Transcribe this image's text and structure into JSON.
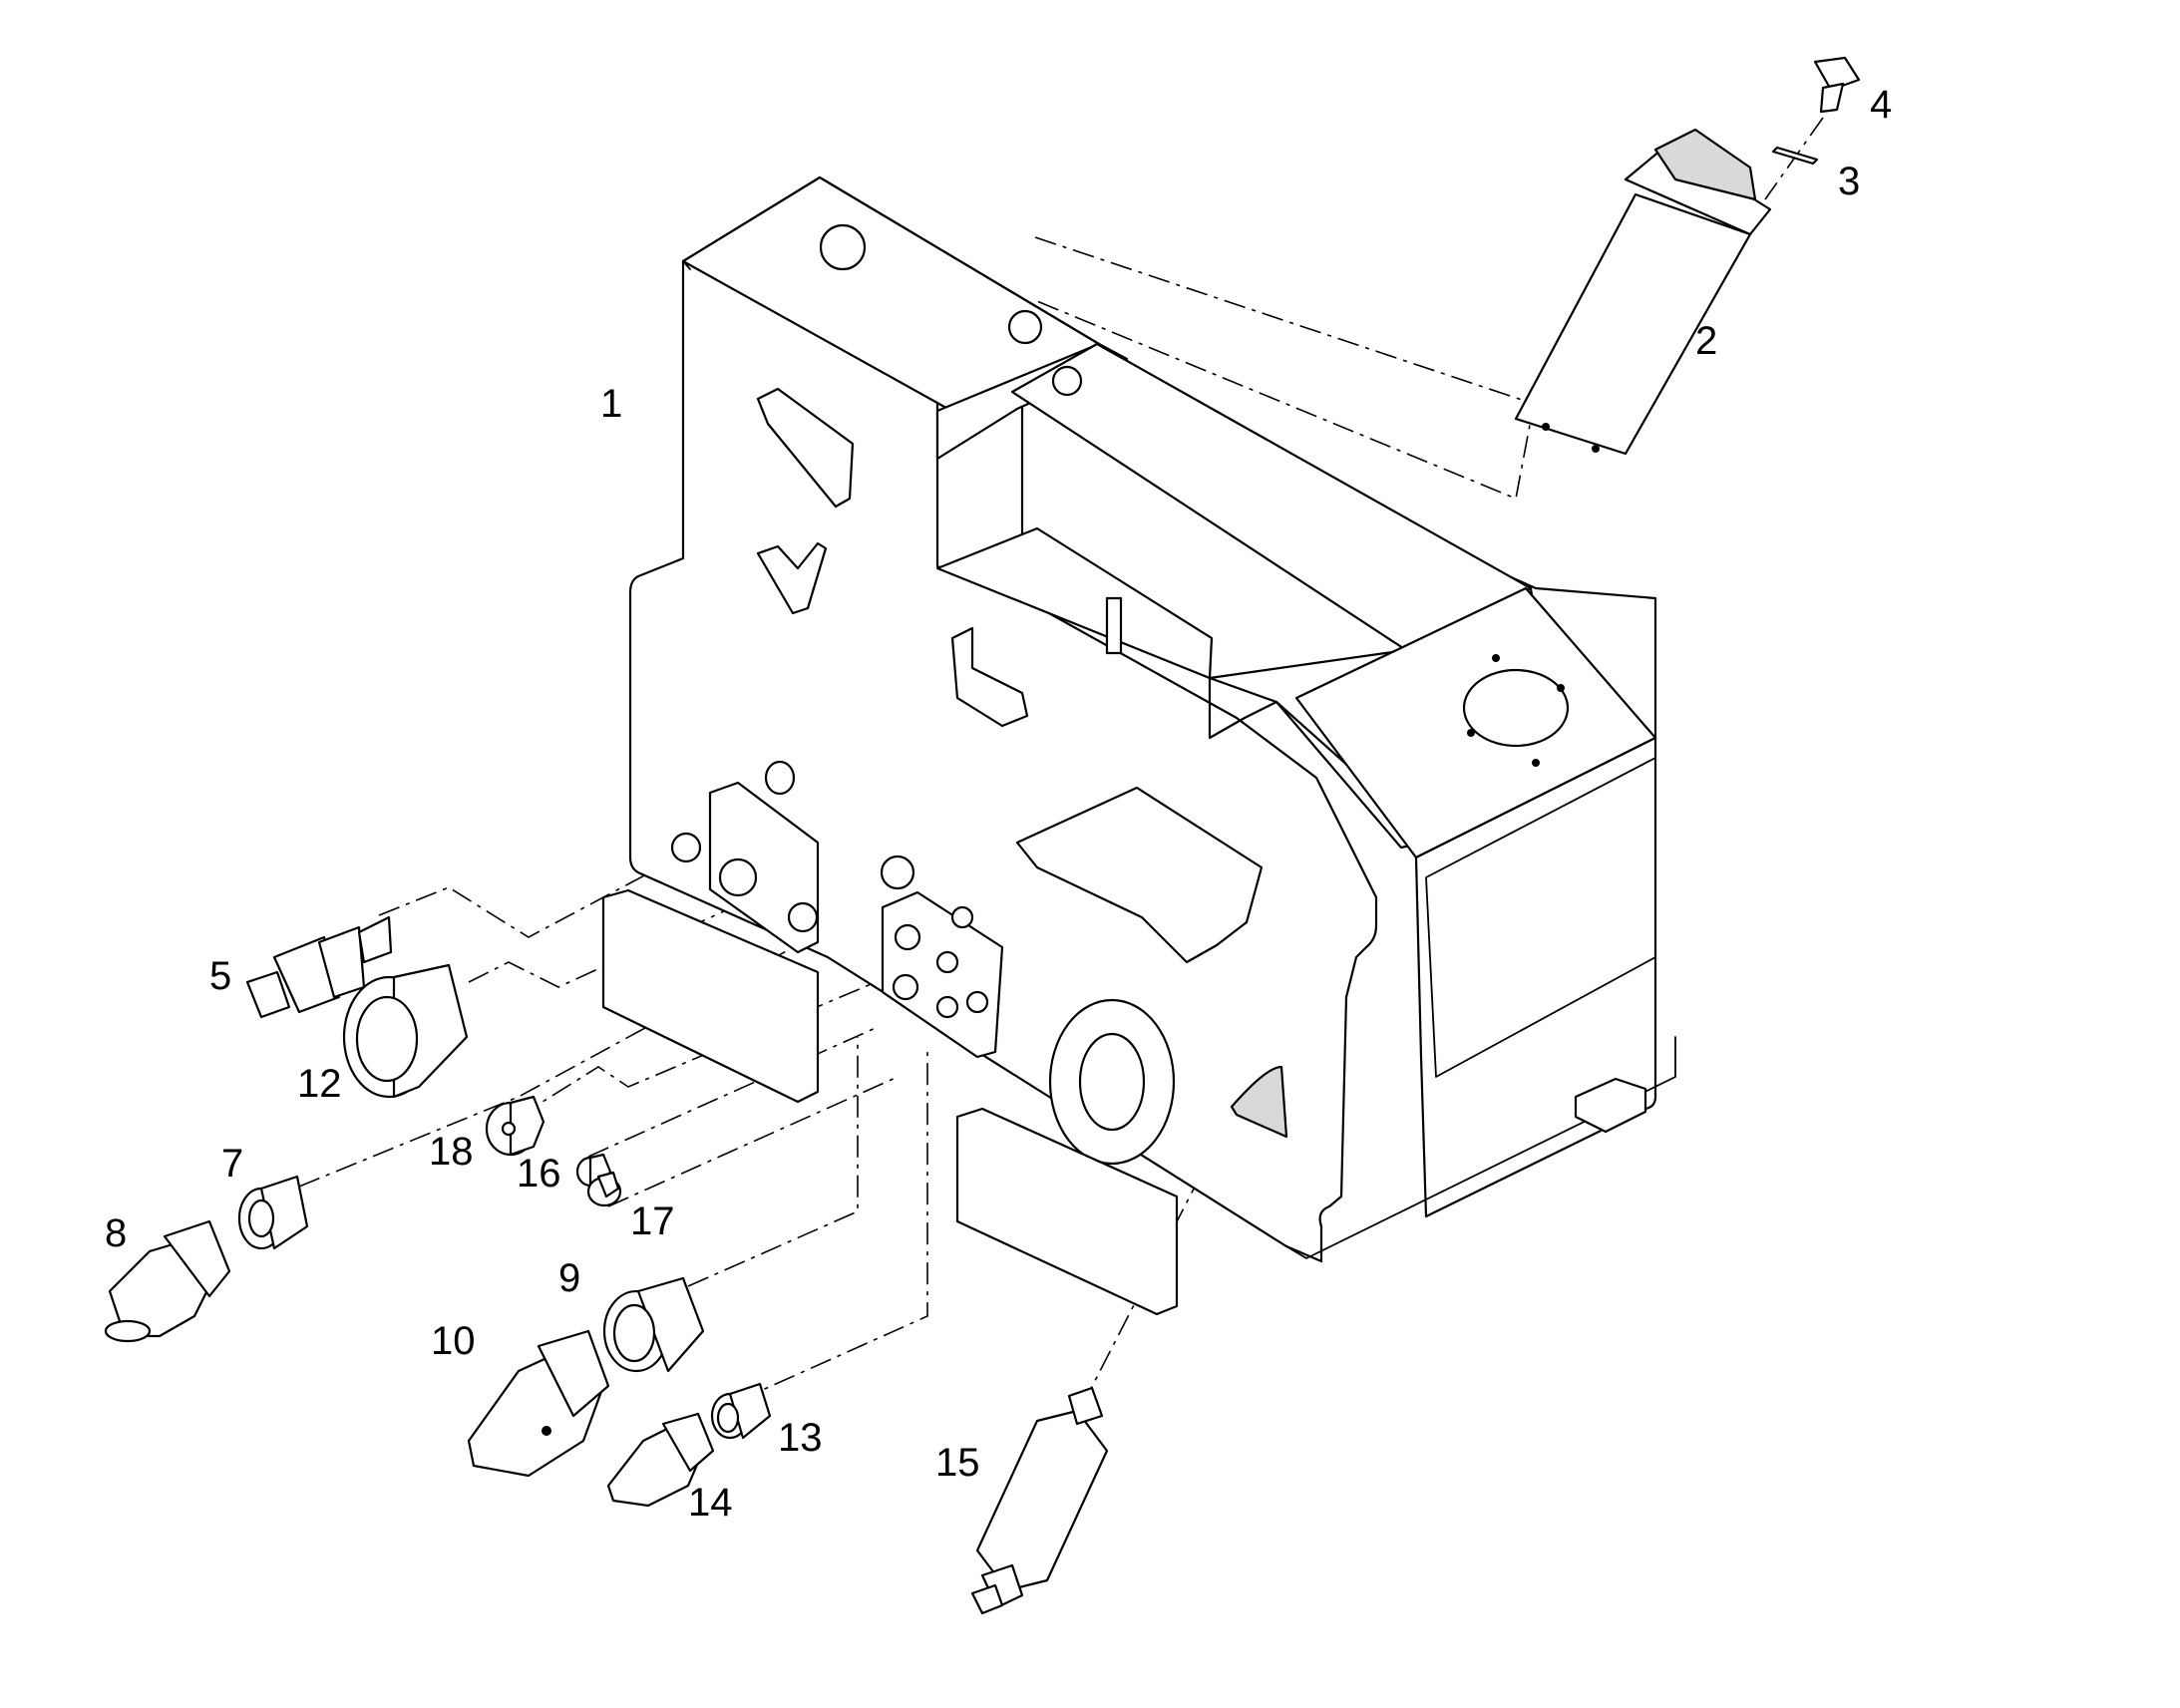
{
  "diagram": {
    "type": "exploded-parts-drawing",
    "callouts": [
      {
        "id": "1",
        "label": "1"
      },
      {
        "id": "2",
        "label": "2"
      },
      {
        "id": "3",
        "label": "3"
      },
      {
        "id": "4",
        "label": "4"
      },
      {
        "id": "5",
        "label": "5"
      },
      {
        "id": "7",
        "label": "7"
      },
      {
        "id": "8",
        "label": "8"
      },
      {
        "id": "9",
        "label": "9"
      },
      {
        "id": "10",
        "label": "10"
      },
      {
        "id": "12",
        "label": "12"
      },
      {
        "id": "13",
        "label": "13"
      },
      {
        "id": "14",
        "label": "14"
      },
      {
        "id": "15",
        "label": "15"
      },
      {
        "id": "16",
        "label": "16"
      },
      {
        "id": "17",
        "label": "17"
      },
      {
        "id": "18",
        "label": "18"
      }
    ]
  }
}
